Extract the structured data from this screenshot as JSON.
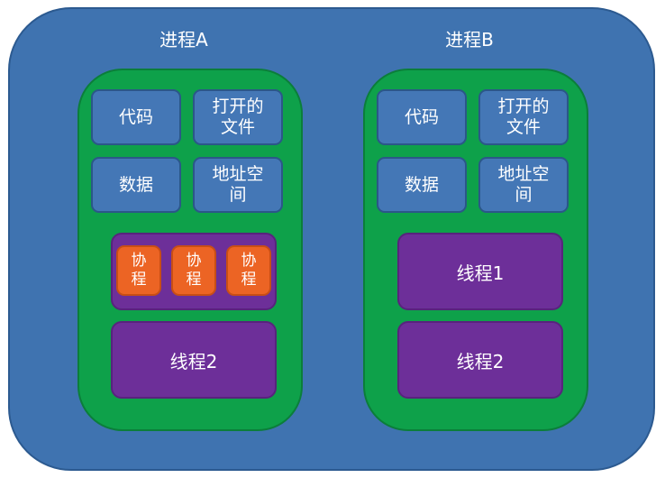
{
  "process_a": {
    "title": "进程A",
    "resources": [
      "代码",
      "打开的文件",
      "数据",
      "地址空间"
    ],
    "coroutines": [
      "协程",
      "协程",
      "协程"
    ],
    "thread": "线程2"
  },
  "process_b": {
    "title": "进程B",
    "resources": [
      "代码",
      "打开的文件",
      "数据",
      "地址空间"
    ],
    "threads": [
      "线程1",
      "线程2"
    ]
  },
  "colors": {
    "outer": "#3f73b0",
    "process": "#0ea14a",
    "resource": "#4477b6",
    "thread": "#6d2f99",
    "coroutine": "#ec6424"
  }
}
